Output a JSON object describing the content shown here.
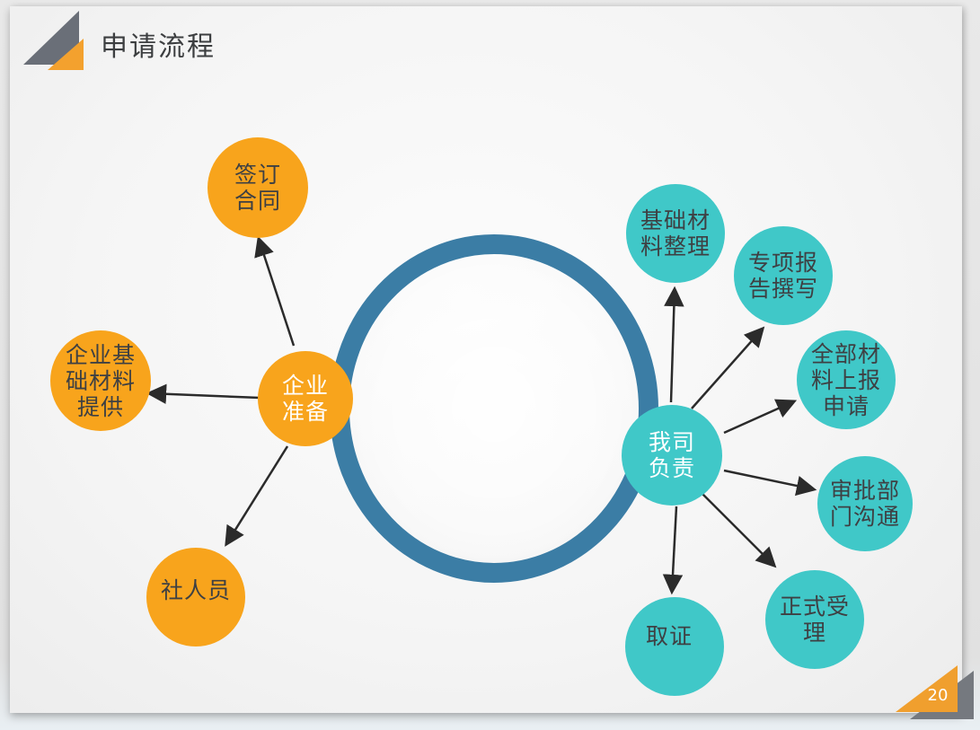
{
  "slide": {
    "title": "申请流程",
    "page_number": "20"
  },
  "colors": {
    "node_orange": "#F8A41C",
    "node_teal": "#40C8C8",
    "ring_blue": "#3B7DA5",
    "dark_label": "#3E4043",
    "light_label": "#FFFFFF",
    "arrow": "#2B2B2B",
    "logo_gray": "#6A6F78",
    "logo_orange": "#F3A12E",
    "corner_gray": "#75797F",
    "corner_orange": "#F09F2E",
    "slide_background": "#F5F5F5",
    "page_background": "#E3E3E3"
  },
  "diagram": {
    "left_hub": {
      "label": "企业\n准备"
    },
    "left_nodes": [
      {
        "label": "签订\n合同"
      },
      {
        "label": "企业基\n础材料\n提供"
      },
      {
        "label": "社人员"
      }
    ],
    "right_hub": {
      "label": "我司\n负责"
    },
    "right_nodes": [
      {
        "label": "基础材\n料整理"
      },
      {
        "label": "专项报\n告撰写"
      },
      {
        "label": "全部材\n料上报\n申请"
      },
      {
        "label": "审批部\n门沟通"
      },
      {
        "label": "正式受\n理"
      },
      {
        "label": "取证"
      }
    ]
  }
}
